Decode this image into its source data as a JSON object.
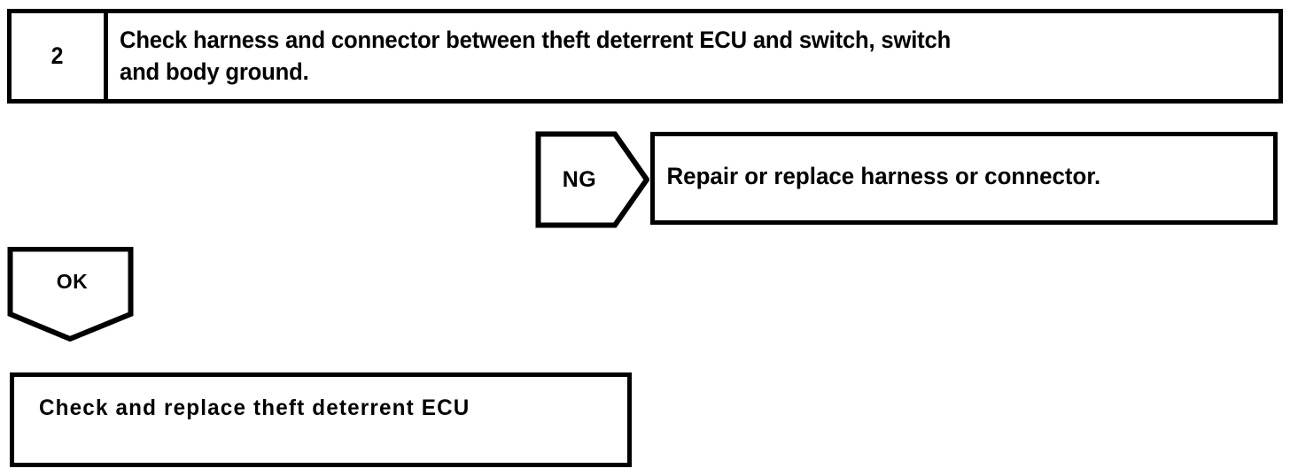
{
  "page": {
    "kind": "troubleshooting-flowchart",
    "background_color": "#ffffff",
    "line_color": "#000000"
  },
  "step": {
    "number": "2",
    "instruction": "Check harness and connector between theft deterrent ECU and switch, switch\nand body ground."
  },
  "branches": {
    "ng": {
      "label": "NG",
      "result_text": "Repair or replace harness or connector."
    },
    "ok": {
      "label": "OK",
      "result_text": "Check and replace theft deterrent ECU"
    }
  }
}
